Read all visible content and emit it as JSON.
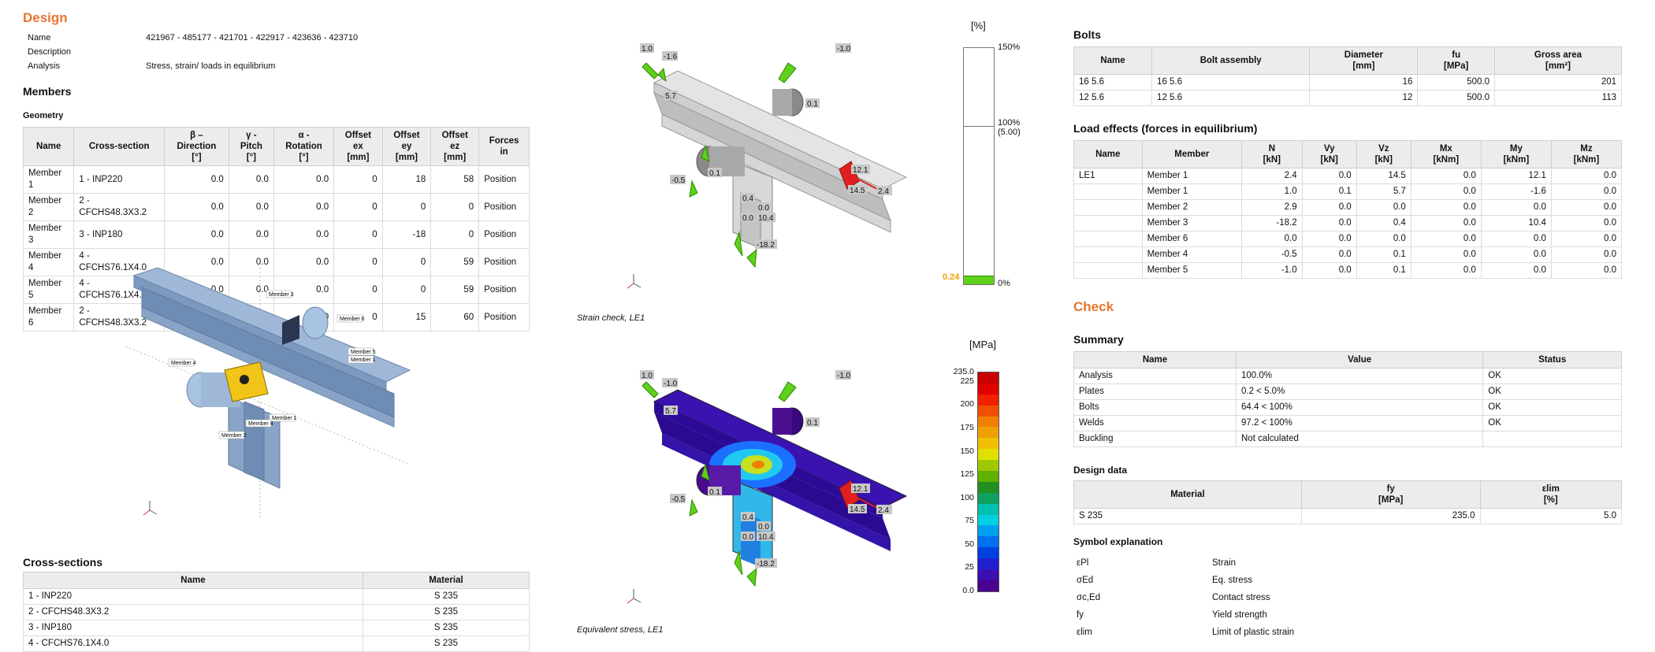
{
  "design": {
    "title": "Design",
    "name_label": "Name",
    "name_value": "421967 - 485177 - 421701 - 422917 - 423636 - 423710",
    "description_label": "Description",
    "description_value": "",
    "analysis_label": "Analysis",
    "analysis_value": "Stress, strain/ loads in equilibrium"
  },
  "members": {
    "title": "Members",
    "geometry_title": "Geometry",
    "headers": [
      "Name",
      "Cross-section",
      "β – Direction\n[°]",
      "γ - Pitch\n[°]",
      "α - Rotation\n[°]",
      "Offset ex\n[mm]",
      "Offset ey\n[mm]",
      "Offset ez\n[mm]",
      "Forces in"
    ],
    "rows": [
      [
        "Member 1",
        "1 - INP220",
        "0.0",
        "0.0",
        "0.0",
        "0",
        "18",
        "58",
        "Position"
      ],
      [
        "Member 2",
        "2 - CFCHS48.3X3.2",
        "0.0",
        "0.0",
        "0.0",
        "0",
        "0",
        "0",
        "Position"
      ],
      [
        "Member 3",
        "3 - INP180",
        "0.0",
        "0.0",
        "0.0",
        "0",
        "-18",
        "0",
        "Position"
      ],
      [
        "Member 4",
        "4 - CFCHS76.1X4.0",
        "0.0",
        "0.0",
        "0.0",
        "0",
        "0",
        "59",
        "Position"
      ],
      [
        "Member 5",
        "4 - CFCHS76.1X4.0",
        "0.0",
        "0.0",
        "0.0",
        "0",
        "0",
        "59",
        "Position"
      ],
      [
        "Member 6",
        "2 - CFCHS48.3X3.2",
        "0.0",
        "0.0",
        "0.0",
        "0",
        "15",
        "60",
        "Position"
      ]
    ],
    "model_labels": [
      "Member 3",
      "Member 6",
      "Member 5",
      "Member 1",
      "Member 4",
      "Member 1",
      "Member 4",
      "Member 2"
    ]
  },
  "cross_sections": {
    "title": "Cross-sections",
    "headers": [
      "Name",
      "Material"
    ],
    "rows": [
      [
        "1 - INP220",
        "S 235"
      ],
      [
        "2 - CFCHS48.3X3.2",
        "S 235"
      ],
      [
        "3 - INP180",
        "S 235"
      ],
      [
        "4 - CFCHS76.1X4.0",
        "S 235"
      ]
    ]
  },
  "strain_check": {
    "caption": "Strain check, LE1",
    "unit": "[%]",
    "scale_top": "150%",
    "scale_mid": "100%\n(5.00)",
    "scale_bottom": "0%",
    "current_value": "0.24",
    "labels": [
      "1.0",
      "-1.6",
      "5.7",
      "-1.0",
      "0.1",
      "-0.5",
      "0.1",
      "12.1",
      "14.5",
      "2.4",
      "0.4",
      "0.0",
      "0.0",
      "10.4",
      "-18.2"
    ]
  },
  "equivalent_stress": {
    "caption": "Equivalent stress, LE1",
    "unit": "[MPa]",
    "scale_labels": [
      "235.0",
      "225",
      "200",
      "175",
      "150",
      "125",
      "100",
      "75",
      "50",
      "25",
      "0.0"
    ],
    "scale_colors": [
      "#c80000",
      "#e00000",
      "#f02000",
      "#f05000",
      "#f08000",
      "#f0a000",
      "#f0c000",
      "#e0e000",
      "#a0c800",
      "#60b000",
      "#209020",
      "#10a060",
      "#00c0b0",
      "#00d0e0",
      "#00a0f0",
      "#0070f0",
      "#0040e0",
      "#2020d0",
      "#3a10b0",
      "#4a0090"
    ],
    "labels": [
      "1.0",
      "-1.0",
      "5.7",
      "-1.0",
      "0.1",
      "-0.5",
      "0.1",
      "12.1",
      "14.5",
      "2.4",
      "0.4",
      "0.0",
      "0.0",
      "10.4",
      "-18.2"
    ]
  },
  "bolts": {
    "title": "Bolts",
    "headers": [
      "Name",
      "Bolt assembly",
      "Diameter\n[mm]",
      "fu\n[MPa]",
      "Gross area\n[mm²]"
    ],
    "rows": [
      [
        "16 5.6",
        "16 5.6",
        "16",
        "500.0",
        "201"
      ],
      [
        "12 5.6",
        "12 5.6",
        "12",
        "500.0",
        "113"
      ]
    ]
  },
  "load_effects": {
    "title": "Load effects (forces in equilibrium)",
    "headers": [
      "Name",
      "Member",
      "N\n[kN]",
      "Vy\n[kN]",
      "Vz\n[kN]",
      "Mx\n[kNm]",
      "My\n[kNm]",
      "Mz\n[kNm]"
    ],
    "rows": [
      [
        "LE1",
        "Member 1",
        "2.4",
        "0.0",
        "14.5",
        "0.0",
        "12.1",
        "0.0"
      ],
      [
        "",
        "Member 1",
        "1.0",
        "0.1",
        "5.7",
        "0.0",
        "-1.6",
        "0.0"
      ],
      [
        "",
        "Member 2",
        "2.9",
        "0.0",
        "0.0",
        "0.0",
        "0.0",
        "0.0"
      ],
      [
        "",
        "Member 3",
        "-18.2",
        "0.0",
        "0.4",
        "0.0",
        "10.4",
        "0.0"
      ],
      [
        "",
        "Member 6",
        "0.0",
        "0.0",
        "0.0",
        "0.0",
        "0.0",
        "0.0"
      ],
      [
        "",
        "Member 4",
        "-0.5",
        "0.0",
        "0.1",
        "0.0",
        "0.0",
        "0.0"
      ],
      [
        "",
        "Member 5",
        "-1.0",
        "0.0",
        "0.1",
        "0.0",
        "0.0",
        "0.0"
      ]
    ]
  },
  "check": {
    "title": "Check",
    "summary_title": "Summary",
    "summary_headers": [
      "Name",
      "Value",
      "Status"
    ],
    "summary_rows": [
      [
        "Analysis",
        "100.0%",
        "OK"
      ],
      [
        "Plates",
        "0.2 < 5.0%",
        "OK"
      ],
      [
        "Bolts",
        "64.4 < 100%",
        "OK"
      ],
      [
        "Welds",
        "97.2 < 100%",
        "OK"
      ],
      [
        "Buckling",
        "Not calculated",
        ""
      ]
    ],
    "design_data_title": "Design data",
    "design_headers": [
      "Material",
      "fy\n[MPa]",
      "εlim\n[%]"
    ],
    "design_rows": [
      [
        "S 235",
        "235.0",
        "5.0"
      ]
    ],
    "symbol_title": "Symbol explanation",
    "symbols": [
      {
        "sym": "εPl",
        "text": "Strain"
      },
      {
        "sym": "σEd",
        "text": "Eq. stress"
      },
      {
        "sym": "σc,Ed",
        "text": "Contact stress"
      },
      {
        "sym": "fy",
        "text": "Yield strength"
      },
      {
        "sym": "εlim",
        "text": "Limit of plastic strain"
      }
    ]
  }
}
